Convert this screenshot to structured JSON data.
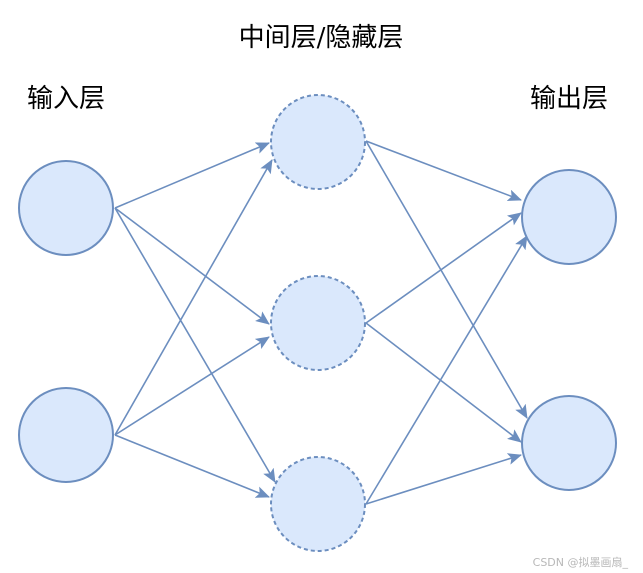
{
  "labels": {
    "hidden_layer": "中间层/隐藏层",
    "input_layer": "输入层",
    "output_layer": "输出层"
  },
  "watermark": "CSDN @拟墨画扇_",
  "colors": {
    "node_fill": "#dae8fc",
    "node_stroke": "#6c8ebf",
    "edge": "#6c8ebf"
  },
  "layers": {
    "input_count": 2,
    "hidden_count": 3,
    "output_count": 2,
    "hidden_style": "dashed"
  }
}
